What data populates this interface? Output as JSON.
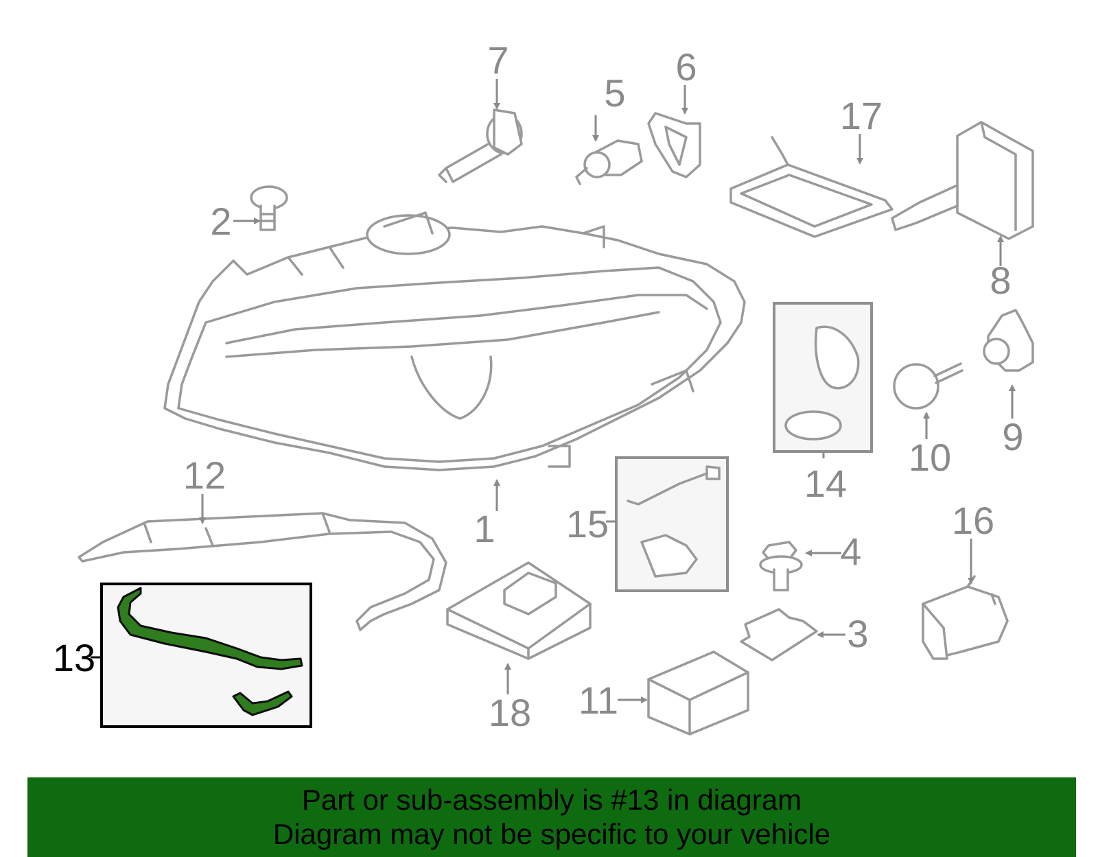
{
  "diagram": {
    "highlight_callout": "13",
    "callouts": {
      "c1": "1",
      "c2": "2",
      "c3": "3",
      "c4": "4",
      "c5": "5",
      "c6": "6",
      "c7": "7",
      "c8": "8",
      "c9": "9",
      "c10": "10",
      "c11": "11",
      "c12": "12",
      "c13": "13",
      "c14": "14",
      "c15": "15",
      "c16": "16",
      "c17": "17",
      "c18": "18"
    },
    "colors": {
      "highlight_part": "#2f7d1f",
      "banner_bg": "#0f6b0f",
      "line_gray": "#9a9a9a"
    }
  },
  "banner": {
    "line1": "Part or sub-assembly is #13 in diagram",
    "line2": "Diagram may not be specific to your vehicle"
  }
}
